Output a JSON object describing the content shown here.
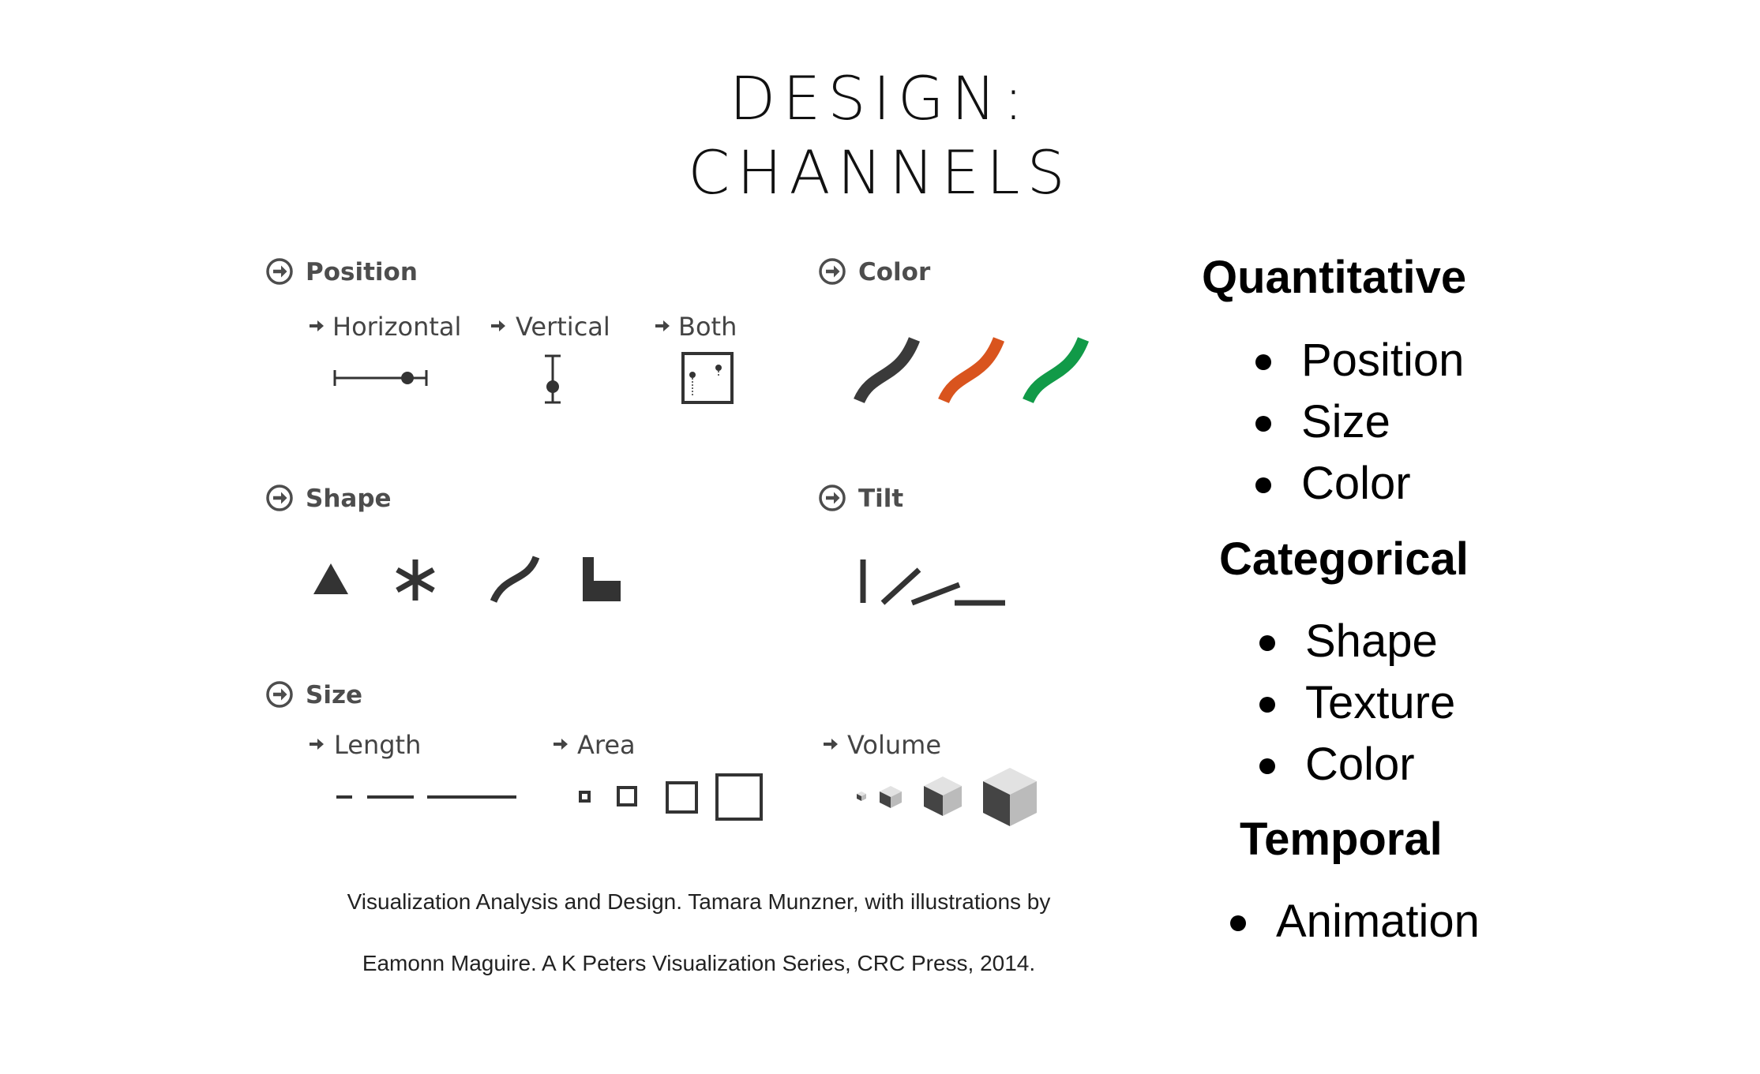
{
  "title": {
    "line1": "DESIGN:",
    "line2": "CHANNELS"
  },
  "channels": {
    "position": {
      "label": "Position",
      "horizontal": "Horizontal",
      "vertical": "Vertical",
      "both": "Both"
    },
    "color": {
      "label": "Color",
      "swatches": [
        "#3a3a3a",
        "#d9541e",
        "#119a48"
      ]
    },
    "shape": {
      "label": "Shape"
    },
    "tilt": {
      "label": "Tilt"
    },
    "size": {
      "label": "Size",
      "length": "Length",
      "area": "Area",
      "volume": "Volume"
    }
  },
  "citation": {
    "line1": "Visualization Analysis and Design. Tamara Munzner, with illustrations by",
    "line2": "Eamonn Maguire. A K Peters Visualization Series, CRC Press, 2014."
  },
  "summary": {
    "quantitative": {
      "heading": "Quantitative",
      "items": [
        "Position",
        "Size",
        "Color"
      ]
    },
    "categorical": {
      "heading": "Categorical",
      "items": [
        "Shape",
        "Texture",
        "Color"
      ]
    },
    "temporal": {
      "heading": "Temporal",
      "items": [
        "Animation"
      ]
    }
  }
}
